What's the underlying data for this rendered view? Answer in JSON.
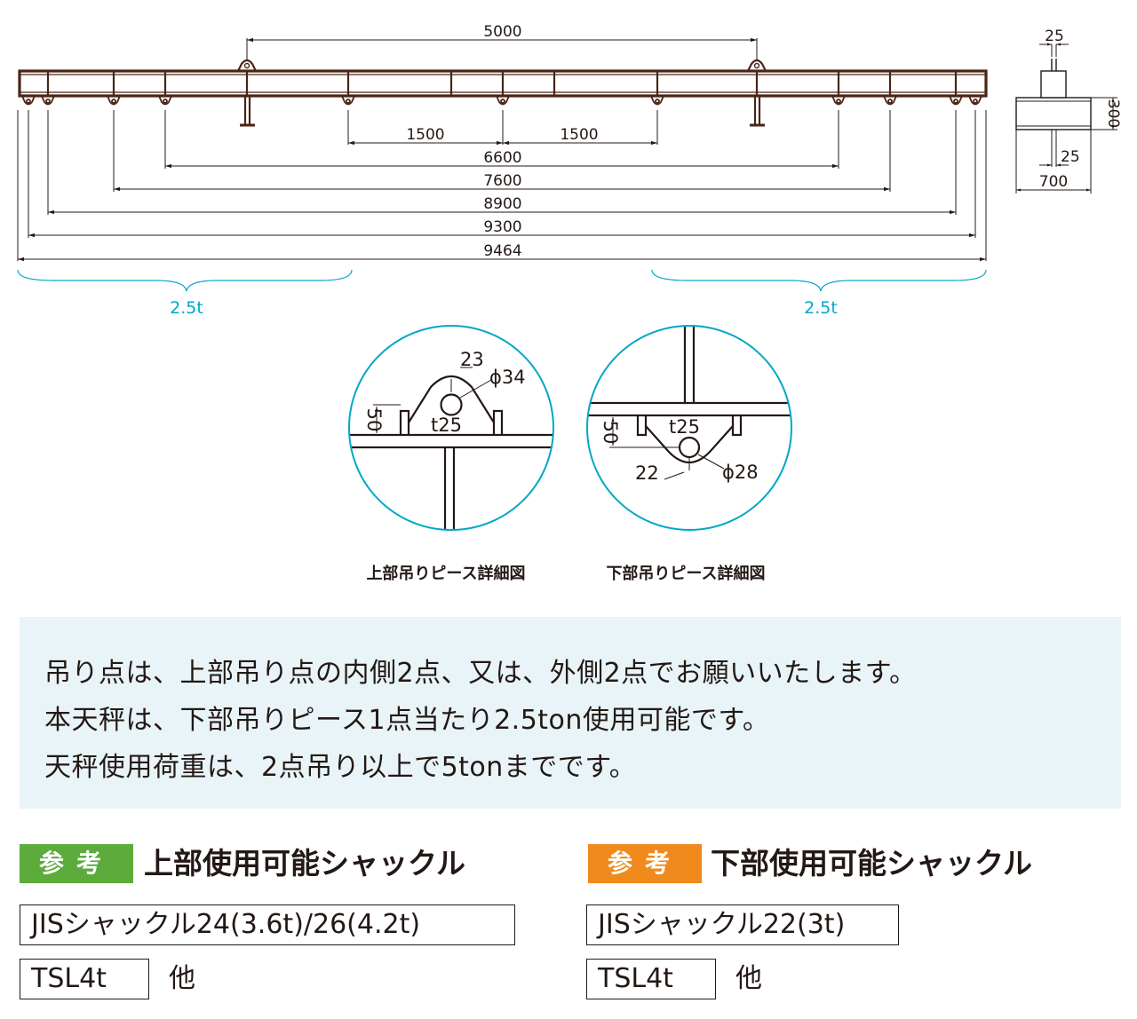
{
  "main_view": {
    "dim_top": "5000",
    "dim_inner_left": "1500",
    "dim_inner_right": "1500",
    "dims": [
      "6600",
      "7600",
      "8900",
      "9300",
      "9464"
    ],
    "load_left": "2.5t",
    "load_right": "2.5t"
  },
  "side_view": {
    "dim_top": "25",
    "dim_height": "300",
    "dim_inner": "25",
    "dim_width": "700"
  },
  "detail_upper": {
    "caption": "上部吊りピース詳細図",
    "dim_23": "23",
    "dim_phi": "ϕ34",
    "dim_50": "50",
    "dim_t": "t25"
  },
  "detail_lower": {
    "caption": "下部吊りピース詳細図",
    "dim_t": "t25",
    "dim_50": "50",
    "dim_22": "22",
    "dim_phi": "ϕ28"
  },
  "notes": {
    "line1": "吊り点は、上部吊り点の内側2点、又は、外側2点でお願いいたします。",
    "line2": "本天秤は、下部吊りピース1点当たり2.5ton使用可能です。",
    "line3": "天秤使用荷重は、2点吊り以上で5tonまでです。"
  },
  "reference_upper": {
    "badge": "参考",
    "title": "上部使用可能シャックル",
    "item1": "JISシャックル24(3.6t)/26(4.2t)",
    "item2": "TSL4t",
    "other": "他"
  },
  "reference_lower": {
    "badge": "参考",
    "title": "下部使用可能シャックル",
    "item1": "JISシャックル22(3t)",
    "item2": "TSL4t",
    "other": "他"
  },
  "colors": {
    "line": "#231815",
    "steel": "#4a2515",
    "accent_cyan": "#00a7c7",
    "badge_green": "#5cab3b",
    "badge_orange": "#f08a1c",
    "note_bg": "#e8f4f7"
  }
}
